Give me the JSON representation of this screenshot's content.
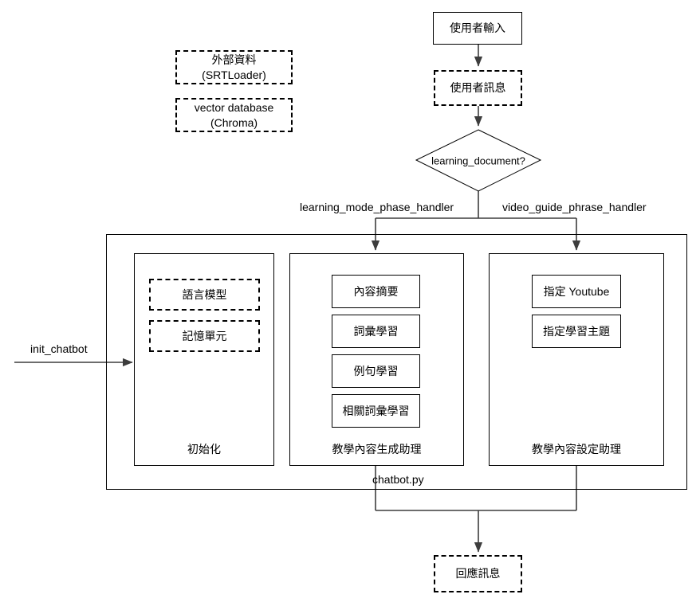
{
  "diagram": {
    "type": "flowchart",
    "title": "chatbot.py architecture flow",
    "language": "zh-TW",
    "colors": {
      "stroke": "#000000",
      "arrow": "#3d3d3d",
      "background": "#ffffff",
      "text": "#000000"
    }
  },
  "nodes": {
    "user_input": {
      "label": "使用者輸入",
      "shape": "rect-solid"
    },
    "user_message": {
      "label": "使用者訊息",
      "shape": "rect-dashed"
    },
    "decision": {
      "label": "learning_document?",
      "shape": "diamond"
    },
    "external_data": {
      "line1": "外部資料",
      "line2": "(SRTLoader)",
      "shape": "rect-dashed"
    },
    "vector_db": {
      "line1": "vector database",
      "line2": "(Chroma)",
      "shape": "rect-dashed"
    },
    "response_message": {
      "label": "回應訊息",
      "shape": "rect-dashed"
    }
  },
  "container": {
    "label": "chatbot.py",
    "groups": [
      {
        "name": "init",
        "label": "初始化",
        "items": [
          {
            "label": "語言模型",
            "shape": "rect-dashed"
          },
          {
            "label": "記憶單元",
            "shape": "rect-dashed"
          }
        ]
      },
      {
        "name": "content-generation",
        "label": "教學內容生成助理",
        "items": [
          {
            "label": "內容摘要",
            "shape": "rect-solid"
          },
          {
            "label": "詞彙學習",
            "shape": "rect-solid"
          },
          {
            "label": "例句學習",
            "shape": "rect-solid"
          },
          {
            "label": "相關詞彙學習",
            "shape": "rect-solid"
          }
        ]
      },
      {
        "name": "content-setting",
        "label": "教學內容設定助理",
        "items": [
          {
            "label": "指定 Youtube",
            "shape": "rect-solid"
          },
          {
            "label": "指定學習主題",
            "shape": "rect-solid"
          }
        ]
      }
    ]
  },
  "edge_labels": {
    "init_chatbot": "init_chatbot",
    "learning_branch": "learning_mode_phase_handler",
    "video_branch": "video_guide_phrase_handler"
  }
}
